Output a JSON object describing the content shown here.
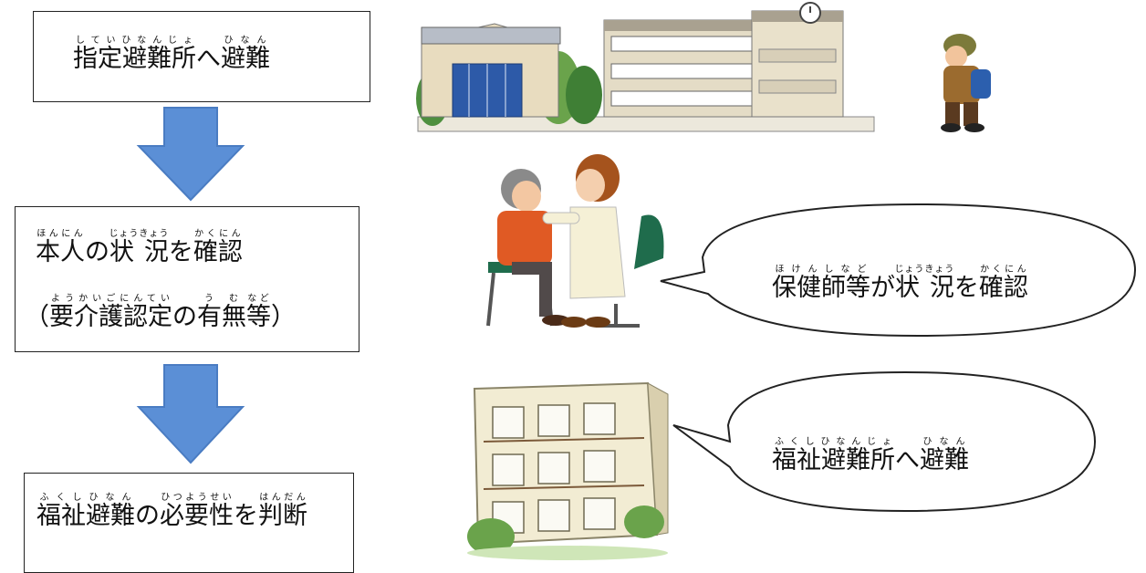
{
  "steps": [
    {
      "lines": [
        [
          {
            "t": "指定避難所",
            "r": "していひなんじょ"
          },
          {
            "t": "へ"
          },
          {
            "t": "避難",
            "r": "ひなん"
          }
        ]
      ]
    },
    {
      "lines": [
        [
          {
            "t": "本人",
            "r": "ほんにん"
          },
          {
            "t": "の"
          },
          {
            "t": "状 況",
            "r": "じょうきょう"
          },
          {
            "t": "を"
          },
          {
            "t": "確認",
            "r": "かくにん"
          }
        ],
        [
          {
            "t": "（"
          },
          {
            "t": "要介護認定",
            "r": "ようかいごにんてい"
          },
          {
            "t": "の"
          },
          {
            "t": "有無",
            "r": "うむ"
          },
          {
            "t": "等",
            "r": "など"
          },
          {
            "t": "）"
          }
        ]
      ]
    },
    {
      "lines": [
        [
          {
            "t": "福祉避難",
            "r": "ふくしひなん"
          },
          {
            "t": "の"
          },
          {
            "t": "必要性",
            "r": "ひつようせい"
          },
          {
            "t": "を"
          },
          {
            "t": "判断",
            "r": "はんだん"
          }
        ]
      ]
    }
  ],
  "bubbles": [
    {
      "segments": [
        {
          "t": "保健師等",
          "r": "ほけんしなど"
        },
        {
          "t": "が"
        },
        {
          "t": "状 況",
          "r": "じょうきょう"
        },
        {
          "t": "を"
        },
        {
          "t": "確認",
          "r": "かくにん"
        }
      ]
    },
    {
      "segments": [
        {
          "t": "福祉避難所",
          "r": "ふくしひなんじょ"
        },
        {
          "t": "へ"
        },
        {
          "t": "避難",
          "r": "ひなん"
        }
      ]
    }
  ],
  "colors": {
    "arrow": "#5b8fd6",
    "arrow_border": "#4a7cc2",
    "box_border": "#222222"
  },
  "illustrations": [
    "school-and-gym",
    "walking-evacuee",
    "health-nurse-checking-elder",
    "welfare-facility-building"
  ]
}
